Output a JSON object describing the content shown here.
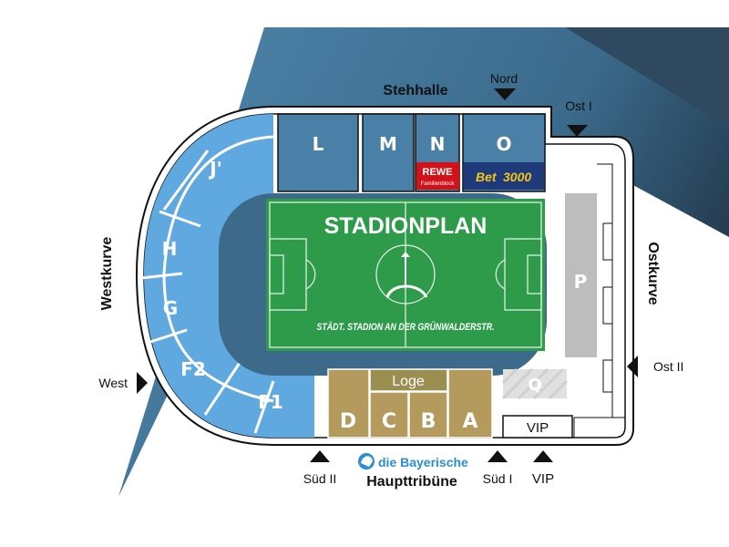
{
  "title": "STADIONPLAN",
  "subtitle": "STÄDT. STADION AN DER GRÜNWALDERSTR.",
  "stands": {
    "north": "Stehhalle",
    "west": "Westkurve",
    "east": "Ostkurve",
    "main": "Haupttribüne",
    "main_sponsor": "die Bayerische"
  },
  "sections": {
    "L": "L",
    "M": "M",
    "N": "N",
    "O": "O",
    "J": "J'",
    "H": "H",
    "G": "G",
    "F2": "F2",
    "F1": "F1",
    "D": "D",
    "C": "C",
    "B": "B",
    "A": "A",
    "loge": "Loge",
    "Q": "Q",
    "vip_box": "VIP",
    "P": "P"
  },
  "sponsors": {
    "rewe": "REWE",
    "rewe_sub": "Familienblock",
    "bet_a": "Bet",
    "bet_b": "3000"
  },
  "entrances": {
    "nord": "Nord",
    "ost1": "Ost I",
    "ost2": "Ost II",
    "west": "West",
    "sued2": "Süd II",
    "sued1": "Süd I",
    "vip": "VIP"
  },
  "colors": {
    "light_blue": "#5fa8e0",
    "mid_blue": "#4a7fa8",
    "dark_blue": "#2f5670",
    "pitch": "#2e9b4a",
    "gold": "#b49a5c",
    "loge": "#9a8f50",
    "grey": "#bdbdbd",
    "rewe_red": "#d2121a",
    "bet_navy": "#1e3a7a"
  }
}
